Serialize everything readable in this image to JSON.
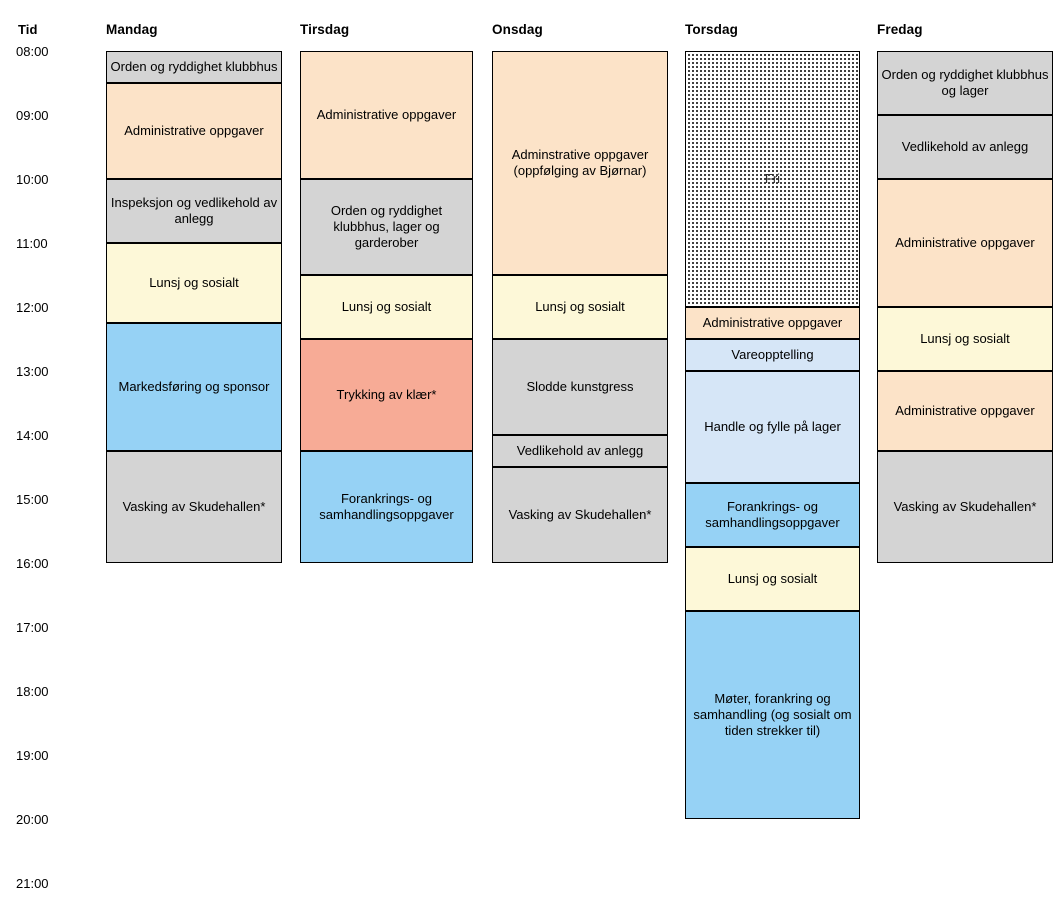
{
  "title_column": {
    "header": "Tid",
    "times": [
      "08:00",
      "09:00",
      "10:00",
      "11:00",
      "12:00",
      "13:00",
      "14:00",
      "15:00",
      "16:00",
      "17:00",
      "18:00",
      "19:00",
      "20:00",
      "21:00"
    ]
  },
  "days": [
    {
      "name": "Mandag",
      "events": [
        {
          "label": "Orden og ryddighet klubbhus",
          "color": "grey",
          "start": "08:00",
          "end": "08:30"
        },
        {
          "label": "Administrative oppgaver",
          "color": "orange",
          "start": "08:30",
          "end": "10:00"
        },
        {
          "label": "Inspeksjon og vedlikehold av anlegg",
          "color": "grey",
          "start": "10:00",
          "end": "11:00"
        },
        {
          "label": "Lunsj og sosialt",
          "color": "yellow",
          "start": "11:00",
          "end": "12:15"
        },
        {
          "label": "Markedsføring og sponsor",
          "color": "blue",
          "start": "12:15",
          "end": "14:15"
        },
        {
          "label": "Vasking av Skudehallen*",
          "color": "grey",
          "start": "14:15",
          "end": "16:00"
        }
      ]
    },
    {
      "name": "Tirsdag",
      "events": [
        {
          "label": "Administrative oppgaver",
          "color": "orange",
          "start": "08:00",
          "end": "10:00"
        },
        {
          "label": "Orden og ryddighet klubbhus, lager og garderober",
          "color": "grey",
          "start": "10:00",
          "end": "11:30"
        },
        {
          "label": "Lunsj og sosialt",
          "color": "yellow",
          "start": "11:30",
          "end": "12:30"
        },
        {
          "label": "Trykking av klær*",
          "color": "salmon",
          "start": "12:30",
          "end": "14:15"
        },
        {
          "label": "Forankrings- og samhandlingsoppgaver",
          "color": "blue",
          "start": "14:15",
          "end": "16:00"
        }
      ]
    },
    {
      "name": "Onsdag",
      "events": [
        {
          "label": "Adminstrative oppgaver (oppfølging av Bjørnar)",
          "color": "orange",
          "start": "08:00",
          "end": "11:30"
        },
        {
          "label": "Lunsj og sosialt",
          "color": "yellow",
          "start": "11:30",
          "end": "12:30"
        },
        {
          "label": "Slodde kunstgress",
          "color": "grey",
          "start": "12:30",
          "end": "14:00"
        },
        {
          "label": "Vedlikehold av anlegg",
          "color": "grey",
          "start": "14:00",
          "end": "14:30"
        },
        {
          "label": "Vasking av Skudehallen*",
          "color": "grey",
          "start": "14:30",
          "end": "16:00"
        }
      ]
    },
    {
      "name": "Torsdag",
      "events": [
        {
          "label": "Fri",
          "color": "dotted",
          "start": "08:00",
          "end": "12:00"
        },
        {
          "label": "Administrative oppgaver",
          "color": "orange",
          "start": "12:00",
          "end": "12:30"
        },
        {
          "label": "Vareopptelling",
          "color": "lblue",
          "start": "12:30",
          "end": "13:00"
        },
        {
          "label": "Handle og fylle på lager",
          "color": "lblue",
          "start": "13:00",
          "end": "14:45"
        },
        {
          "label": "Forankrings- og samhandlingsoppgaver",
          "color": "blue",
          "start": "14:45",
          "end": "15:45"
        },
        {
          "label": "Lunsj og sosialt",
          "color": "yellow",
          "start": "15:45",
          "end": "16:45"
        },
        {
          "label": "Møter, forankring og samhandling (og sosialt om tiden strekker til)",
          "color": "blue",
          "start": "16:45",
          "end": "20:00"
        }
      ]
    },
    {
      "name": "Fredag",
      "events": [
        {
          "label": "Orden og ryddighet klubbhus og lager",
          "color": "grey",
          "start": "08:00",
          "end": "09:00"
        },
        {
          "label": "Vedlikehold av anlegg",
          "color": "grey",
          "start": "09:00",
          "end": "10:00"
        },
        {
          "label": "Administrative oppgaver",
          "color": "orange",
          "start": "10:00",
          "end": "12:00"
        },
        {
          "label": "Lunsj og sosialt",
          "color": "yellow",
          "start": "12:00",
          "end": "13:00"
        },
        {
          "label": "Administrative oppgaver",
          "color": "orange",
          "start": "13:00",
          "end": "14:15"
        },
        {
          "label": "Vasking av Skudehallen*",
          "color": "grey",
          "start": "14:15",
          "end": "16:00"
        }
      ]
    }
  ],
  "colors": {
    "grey": "#d4d4d4",
    "orange": "#fce3c8",
    "yellow": "#fdf8d8",
    "blue": "#96d2f5",
    "light_blue": "#d6e6f7",
    "salmon": "#f7ab96",
    "border": "#000000",
    "background": "#ffffff"
  }
}
